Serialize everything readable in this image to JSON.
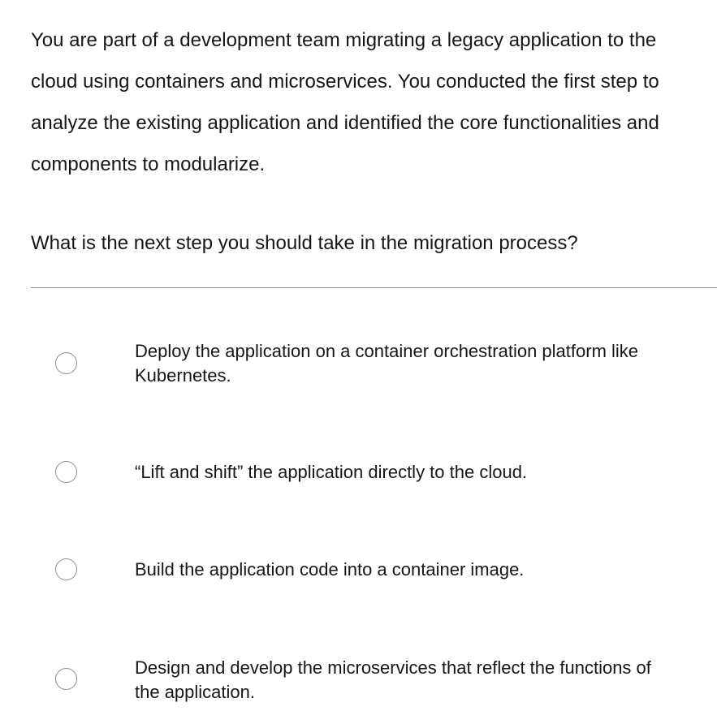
{
  "question": {
    "stem": "You are part of a development team migrating a legacy application to the cloud using containers and microservices. You conducted the first step to analyze the existing application and identified the core functionalities and components to modularize.",
    "prompt": "What is the next step you should take in the migration process?"
  },
  "options": [
    {
      "label": "Deploy the application on a container orchestration platform like Kubernetes.",
      "selected": false
    },
    {
      "label": "“Lift and shift” the application directly to the cloud.",
      "selected": false
    },
    {
      "label": "Build the application code into a container image.",
      "selected": false
    },
    {
      "label": "Design and develop the microservices that reflect the functions of the application.",
      "selected": false
    }
  ],
  "colors": {
    "text": "#161616",
    "radio_border": "#8d8d8d",
    "divider": "#8d8d8d"
  }
}
